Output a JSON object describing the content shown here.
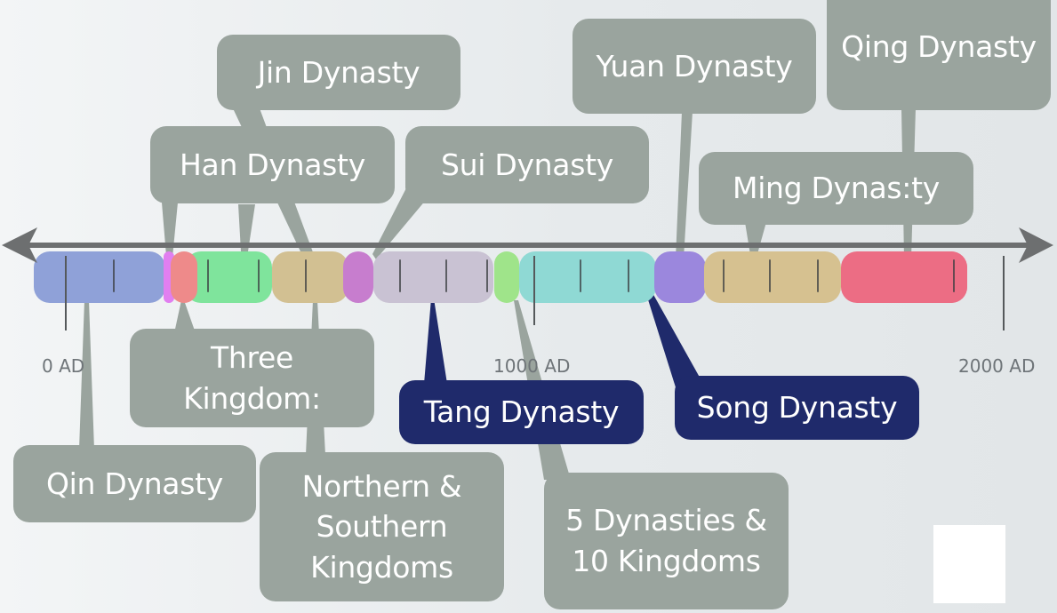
{
  "timeline": {
    "axis_labels": {
      "start": "0 AD",
      "middle": "1000 AD",
      "end": "2000 AD"
    },
    "colors": {
      "axis": "#6d6f70",
      "tick": "#55595b",
      "label_gray": "#9aa49e",
      "label_navy": "#1f2a6b",
      "label_text": "#ffffff"
    },
    "periods": [
      {
        "name": "Qin Dynasty",
        "color": "#8fa1d8",
        "label_style": "gray"
      },
      {
        "name": "",
        "color": "#e17ff0",
        "label_style": "gray"
      },
      {
        "name": "Han Dynasty",
        "color": "#7fe49c",
        "label_style": "gray"
      },
      {
        "name": "Three Kingdoms",
        "color": "#ee8a8a",
        "label_style": "gray"
      },
      {
        "name": "Jin Dynasty",
        "color": "#d2c092",
        "label_style": "gray"
      },
      {
        "name": "Northern & Southern Kingdoms",
        "color": "#c77dce",
        "label_style": "gray"
      },
      {
        "name": "Sui Dynasty",
        "color": "#c9c2d3",
        "label_style": "gray"
      },
      {
        "name": "Tang Dynasty",
        "color": "#9fe48a",
        "label_style": "navy"
      },
      {
        "name": "5 Dynasties & 10 Kingdoms",
        "color": "#8fd9d4",
        "label_style": "gray"
      },
      {
        "name": "Song Dynasty",
        "color": "#9b87dd",
        "label_style": "navy"
      },
      {
        "name": "Yuan Dynasty",
        "color": "#d6c190",
        "label_style": "gray"
      },
      {
        "name": "Ming Dynasty",
        "color": "#ec6d84",
        "label_style": "gray"
      },
      {
        "name": "Qing Dynasty",
        "color": "#ec6d84",
        "label_style": "gray"
      }
    ]
  },
  "labels": {
    "jin": "Jin Dynasty",
    "han": "Han Dynasty",
    "sui": "Sui Dynasty",
    "yuan": "Yuan Dynasty",
    "qing": "Qing Dynasty",
    "ming": "Ming Dynas:ty",
    "three_kingdoms": "Three\nKingdom:",
    "tang": "Tang Dynasty",
    "song": "Song Dynasty",
    "qin": "Qin Dynasty",
    "northern_southern": "Northern &\nSouthern\nKingdoms",
    "five_dynasties": "5 Dynasties &\n10 Kingdoms"
  }
}
